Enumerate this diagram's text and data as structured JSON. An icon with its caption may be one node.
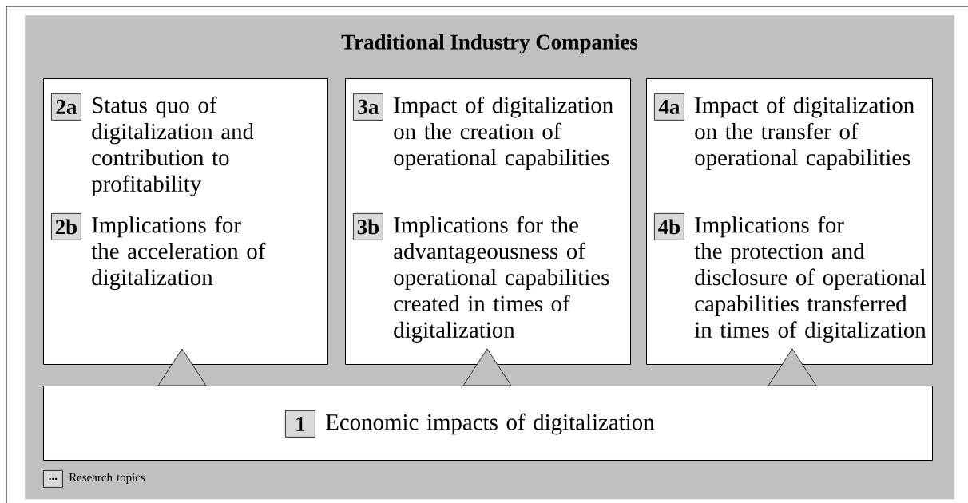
{
  "diagram": {
    "nodes": [
      {
        "text": [
          "Traditional Industry Companies"
        ]
      },
      {
        "text": [],
        "shape": "box",
        "in": 0
      },
      {
        "text": [
          "2a"
        ],
        "beside": [
          "Status quo of digitalization and contribution to profitability"
        ],
        "in": 1
      },
      {
        "text": [
          "2b"
        ],
        "beside": [
          "Implications for the acceleration of digitalization"
        ],
        "in": 1
      },
      {
        "text": [],
        "shape": "box",
        "in": 0
      },
      {
        "text": [
          "3a"
        ],
        "beside": [
          "Impact of digitalization on the creation of operational capabilities"
        ],
        "in": 4
      },
      {
        "text": [
          "3b"
        ],
        "beside": [
          "Implications for the advantageousness of operational capabilities created in times of digitalization"
        ],
        "in": 4
      },
      {
        "text": [],
        "shape": "box",
        "in": 0
      },
      {
        "text": [
          "4a"
        ],
        "beside": [
          "Impact of digitalization on the transfer of operational capabilities"
        ],
        "in": 7
      },
      {
        "text": [
          "4b"
        ],
        "beside": [
          "Implications for the protection and disclosure of operational capabilities transferred in times of digitalization"
        ],
        "in": 7
      },
      {
        "text": [],
        "shape": "triangle",
        "in": 0
      },
      {
        "text": [],
        "shape": "triangle",
        "in": 0
      },
      {
        "text": [],
        "shape": "triangle",
        "in": 0
      },
      {
        "text": [],
        "shape": "box",
        "in": 0
      },
      {
        "text": [
          "1"
        ],
        "beside": [
          "Economic impacts of digitalization"
        ],
        "in": 13
      },
      {
        "text": [
          "..."
        ],
        "beside": [
          "Research topics"
        ],
        "in": 0
      }
    ]
  }
}
